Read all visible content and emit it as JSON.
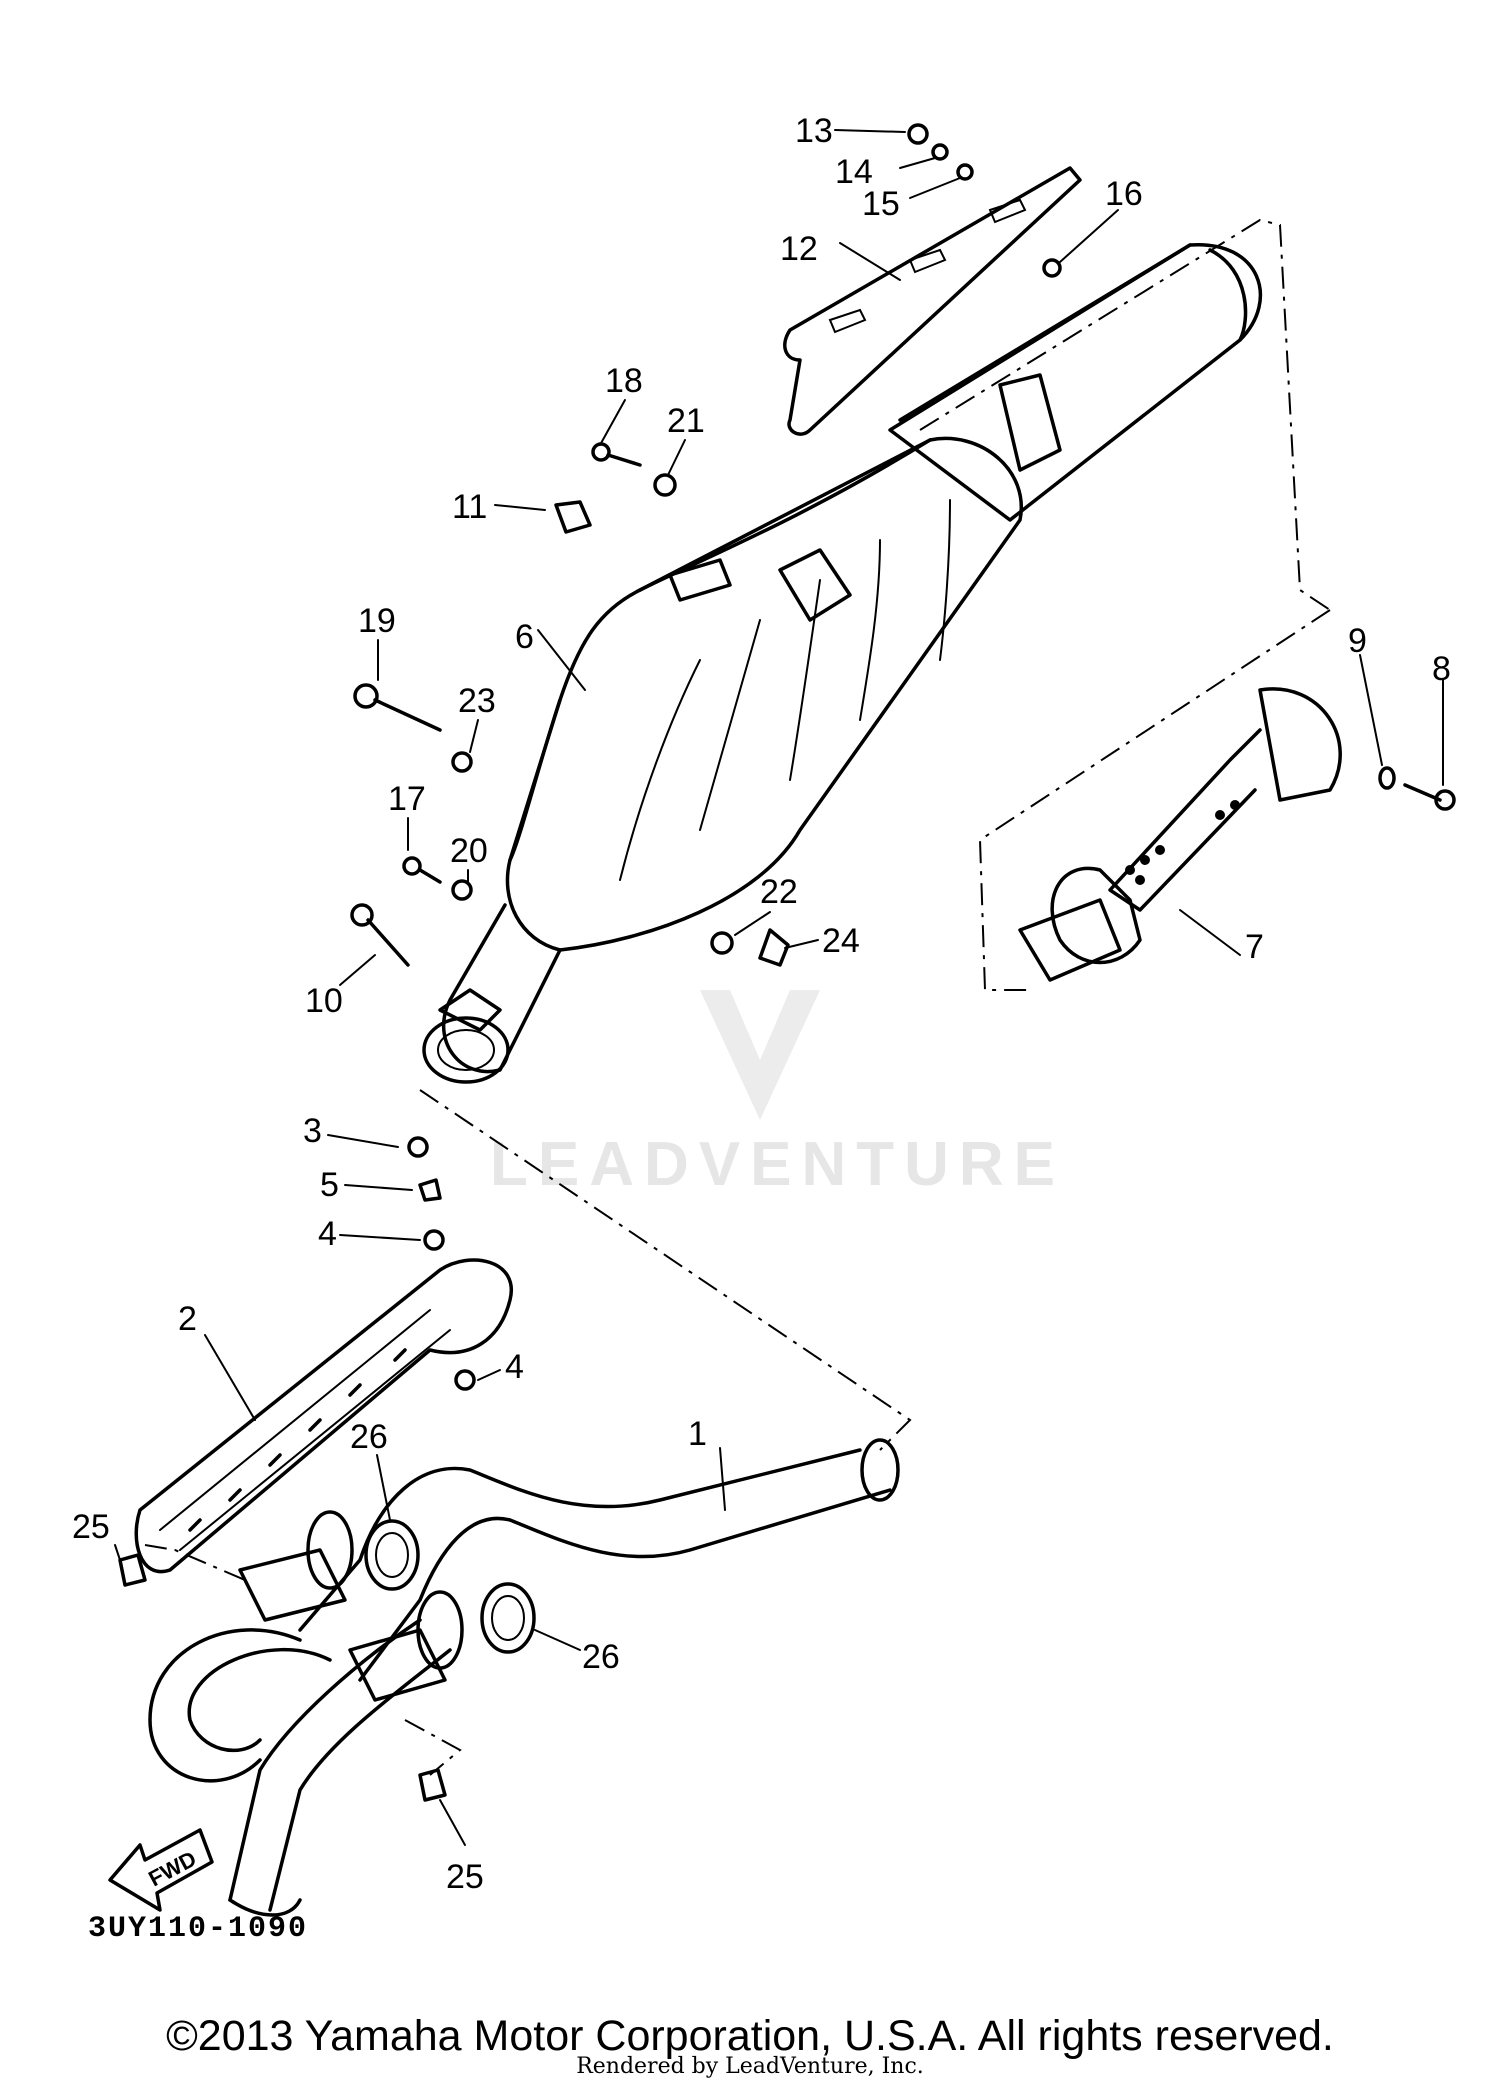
{
  "diagram": {
    "watermark": "LEADVENTURE",
    "diagram_code": "3UY110-1090",
    "fwd_label": "FWD",
    "copyright": "©2013 Yamaha Motor Corporation, U.S.A. All rights reserved.",
    "render_credit": "Rendered by LeadVenture, Inc.",
    "callouts": [
      "1",
      "2",
      "3",
      "4",
      "4",
      "5",
      "6",
      "7",
      "8",
      "9",
      "10",
      "11",
      "12",
      "13",
      "14",
      "15",
      "16",
      "17",
      "18",
      "19",
      "20",
      "21",
      "22",
      "23",
      "24",
      "25",
      "25",
      "26",
      "26"
    ]
  }
}
